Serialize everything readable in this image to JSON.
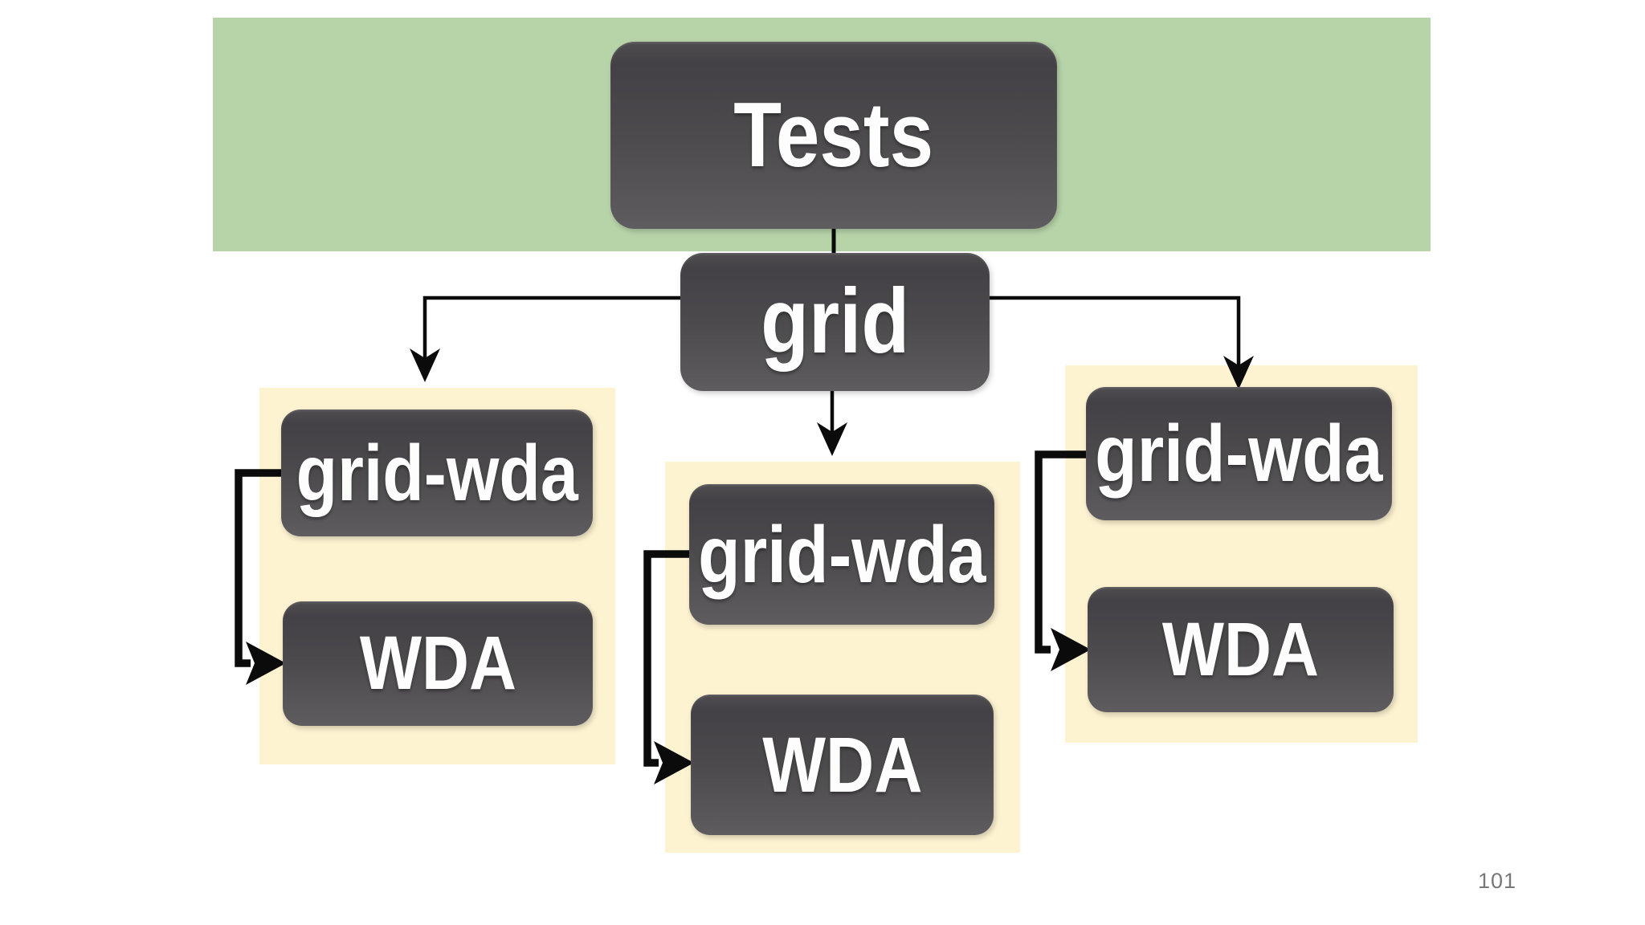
{
  "diagram": {
    "root": {
      "label": "Tests"
    },
    "hub": {
      "label": "grid"
    },
    "branches": [
      {
        "id": "left",
        "parent_label": "grid-wda",
        "child_label": "WDA"
      },
      {
        "id": "center",
        "parent_label": "grid-wda",
        "child_label": "WDA"
      },
      {
        "id": "right",
        "parent_label": "grid-wda",
        "child_label": "WDA"
      }
    ]
  },
  "page": {
    "number": "101"
  },
  "colors": {
    "banner_green": "#b7d3a8",
    "panel_cream": "#fdf3d1",
    "node_gray_top": "#434145",
    "node_gray_bottom": "#5e5c5f",
    "connector_black": "#0b0b0b",
    "page_number_gray": "#77777c",
    "background": "#ffffff"
  }
}
